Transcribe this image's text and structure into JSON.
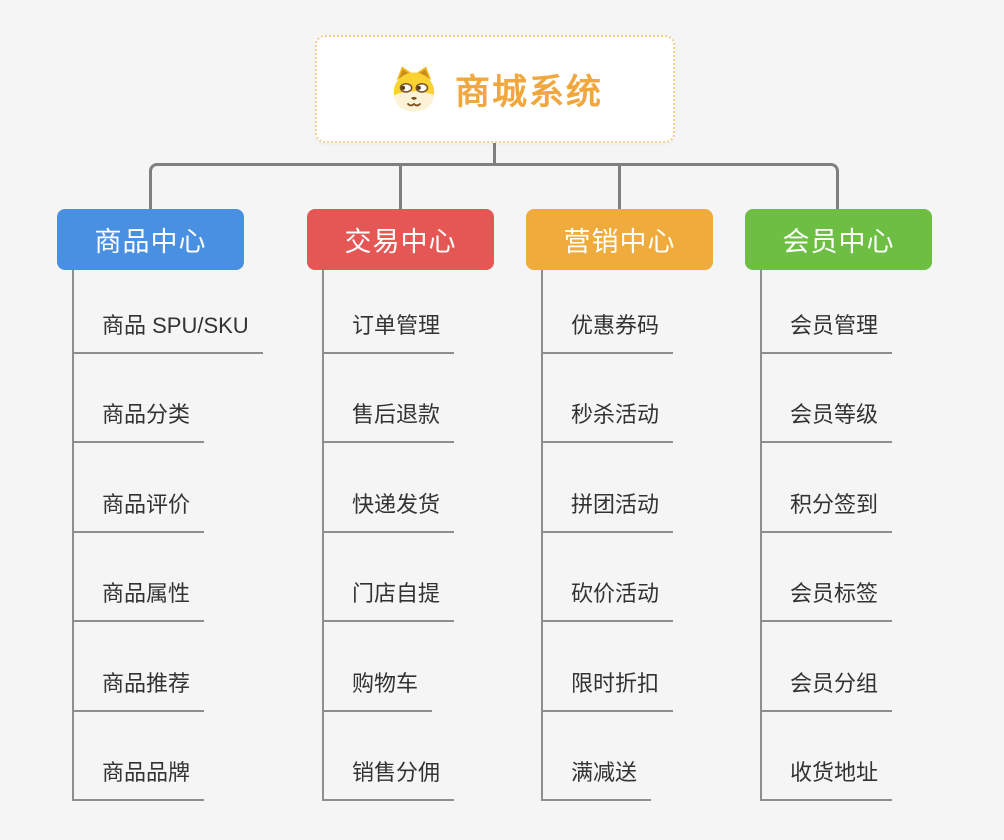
{
  "page": {
    "background_color": "#f5f5f6",
    "connector_color": "#7f7f7f"
  },
  "root": {
    "title": "商城系统",
    "icon": "dog-face-icon",
    "title_color": "#f0a73e",
    "border_color": "#f3ce92"
  },
  "branches": [
    {
      "label": "商品中心",
      "color": "#4a90e2",
      "children": [
        "商品 SPU/SKU",
        "商品分类",
        "商品评价",
        "商品属性",
        "商品推荐",
        "商品品牌"
      ]
    },
    {
      "label": "交易中心",
      "color": "#e45754",
      "children": [
        "订单管理",
        "售后退款",
        "快递发货",
        "门店自提",
        "购物车",
        "销售分佣"
      ]
    },
    {
      "label": "营销中心",
      "color": "#efac3d",
      "children": [
        "优惠券码",
        "秒杀活动",
        "拼团活动",
        "砍价活动",
        "限时折扣",
        "满减送"
      ]
    },
    {
      "label": "会员中心",
      "color": "#6ebe44",
      "children": [
        "会员管理",
        "会员等级",
        "积分签到",
        "会员标签",
        "会员分组",
        "收货地址"
      ]
    }
  ]
}
